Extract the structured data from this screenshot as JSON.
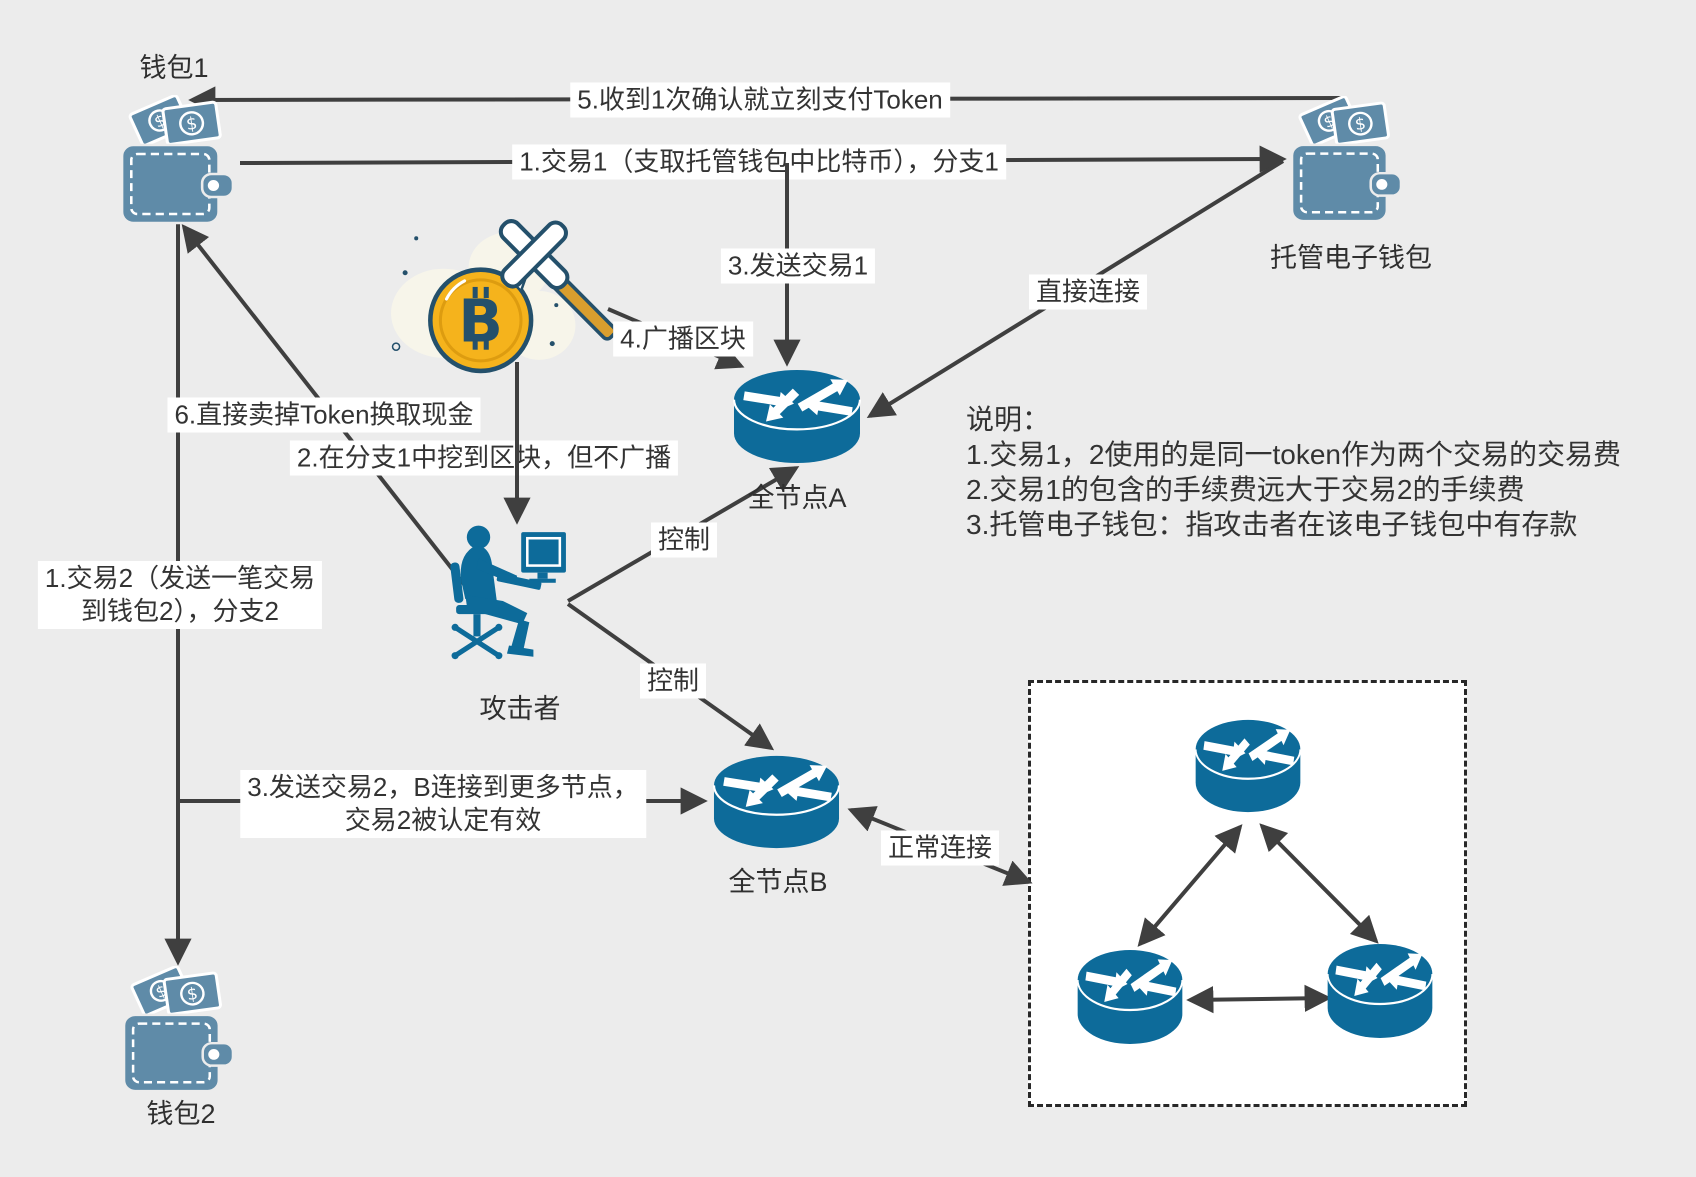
{
  "nodes": {
    "wallet1": {
      "label": "钱包1"
    },
    "hosted_wallet": {
      "label": "托管电子钱包"
    },
    "wallet2": {
      "label": "钱包2"
    },
    "full_node_a": {
      "label": "全节点A"
    },
    "full_node_b": {
      "label": "全节点B"
    },
    "attacker": {
      "label": "攻击者"
    }
  },
  "edges": {
    "pay_token": {
      "label": "5.收到1次确认就立刻支付Token"
    },
    "tx1": {
      "label": "1.交易1（支取托管钱包中比特币），分支1"
    },
    "send_tx1": {
      "label": "3.发送交易1"
    },
    "broadcast_block": {
      "label": "4.广播区块"
    },
    "direct_connect": {
      "label": "直接连接"
    },
    "sell_token": {
      "label": "6.直接卖掉Token换取现金"
    },
    "mine_block": {
      "label": "2.在分支1中挖到区块，但不广播"
    },
    "control_a": {
      "label": "控制"
    },
    "control_b": {
      "label": "控制"
    },
    "tx2": {
      "lines": [
        "1.交易2（发送一笔交易",
        "到钱包2），分支2"
      ]
    },
    "send_tx2": {
      "lines": [
        "3.发送交易2，B连接到更多节点，",
        "交易2被认定有效"
      ]
    },
    "normal_connect": {
      "label": "正常连接"
    }
  },
  "notes": {
    "title": "说明：",
    "items": [
      "1.交易1，2使用的是同一token作为两个交易的交易费",
      "2.交易1的包含的手续费远大于交易2的手续费",
      "3.托管电子钱包：指攻击者在该电子钱包中有存款"
    ]
  },
  "icons": {
    "wallet": "wallet-icon",
    "router": "network-router-icon",
    "bitcoin_mining": "bitcoin-pickaxe-icon",
    "attacker": "person-at-computer-icon"
  },
  "colors": {
    "background": "#ececec",
    "router_blue": "#0d6b9a",
    "wallet_blue": "#5f8ba8",
    "coin_gold": "#f5b31c",
    "coin_ring": "#dd9c10",
    "handle_gold": "#d99e2e",
    "outline_navy": "#24506b",
    "line_dark": "#3f3f3f",
    "label_bg": "#ffffff"
  }
}
